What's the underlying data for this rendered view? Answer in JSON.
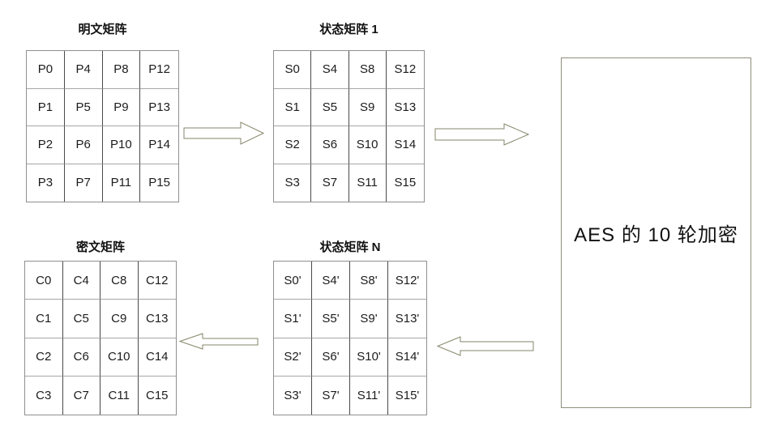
{
  "colors": {
    "background": "#ffffff",
    "grid_outer_border": "#8f8f8f",
    "grid_inner_vertical": "#4a4a4a",
    "grid_inner_horizontal": "#a6a6a6",
    "arrow_stroke": "#85856b",
    "aes_box_border": "#8f8f7a",
    "text": "#1c1c1c"
  },
  "matrices": {
    "plaintext": {
      "title": "明文矩阵",
      "cells": [
        [
          "P0",
          "P4",
          "P8",
          "P12"
        ],
        [
          "P1",
          "P5",
          "P9",
          "P13"
        ],
        [
          "P2",
          "P6",
          "P10",
          "P14"
        ],
        [
          "P3",
          "P7",
          "P11",
          "P15"
        ]
      ]
    },
    "state1": {
      "title": "状态矩阵 1",
      "cells": [
        [
          "S0",
          "S4",
          "S8",
          "S12"
        ],
        [
          "S1",
          "S5",
          "S9",
          "S13"
        ],
        [
          "S2",
          "S6",
          "S10",
          "S14"
        ],
        [
          "S3",
          "S7",
          "S11",
          "S15"
        ]
      ]
    },
    "ciphertext": {
      "title": "密文矩阵",
      "cells": [
        [
          "C0",
          "C4",
          "C8",
          "C12"
        ],
        [
          "C1",
          "C5",
          "C9",
          "C13"
        ],
        [
          "C2",
          "C6",
          "C10",
          "C14"
        ],
        [
          "C3",
          "C7",
          "C11",
          "C15"
        ]
      ]
    },
    "stateN": {
      "title": "状态矩阵 N",
      "cells": [
        [
          "S0'",
          "S4'",
          "S8'",
          "S12'"
        ],
        [
          "S1'",
          "S5'",
          "S9'",
          "S13'"
        ],
        [
          "S2'",
          "S6'",
          "S10'",
          "S14'"
        ],
        [
          "S3'",
          "S7'",
          "S11'",
          "S15'"
        ]
      ]
    }
  },
  "aes_box": {
    "label": "AES 的 10 轮加密"
  },
  "arrows": [
    {
      "name": "plaintext-to-state1",
      "direction": "right"
    },
    {
      "name": "state1-to-aes",
      "direction": "right"
    },
    {
      "name": "aes-to-stateN",
      "direction": "left"
    },
    {
      "name": "stateN-to-ciphertext",
      "direction": "left"
    }
  ]
}
